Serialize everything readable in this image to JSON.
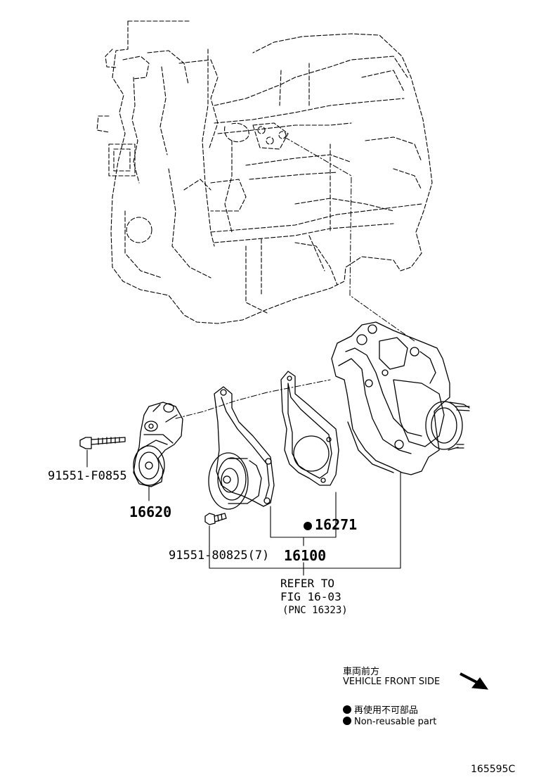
{
  "labels": {
    "bolt_tensioner": "91551-F0855",
    "tensioner": "16620",
    "gasket": "16271",
    "bolt_pump": "91551-80825(7)",
    "water_pump": "16100",
    "refer_line1": "REFER TO",
    "refer_line2": "FIG 16-03",
    "refer_line3": "(PNC 16323)"
  },
  "legend": {
    "front_jp": "車両前方",
    "front_en": "VEHICLE FRONT SIDE",
    "nonreuse_jp": "再使用不可部品",
    "nonreuse_en": "Non-reusable part"
  },
  "figure_id": "165595C",
  "colors": {
    "ink": "#000000",
    "background": "#ffffff"
  },
  "icons": [
    "front-arrow-icon",
    "non-reusable-dot-icon"
  ]
}
